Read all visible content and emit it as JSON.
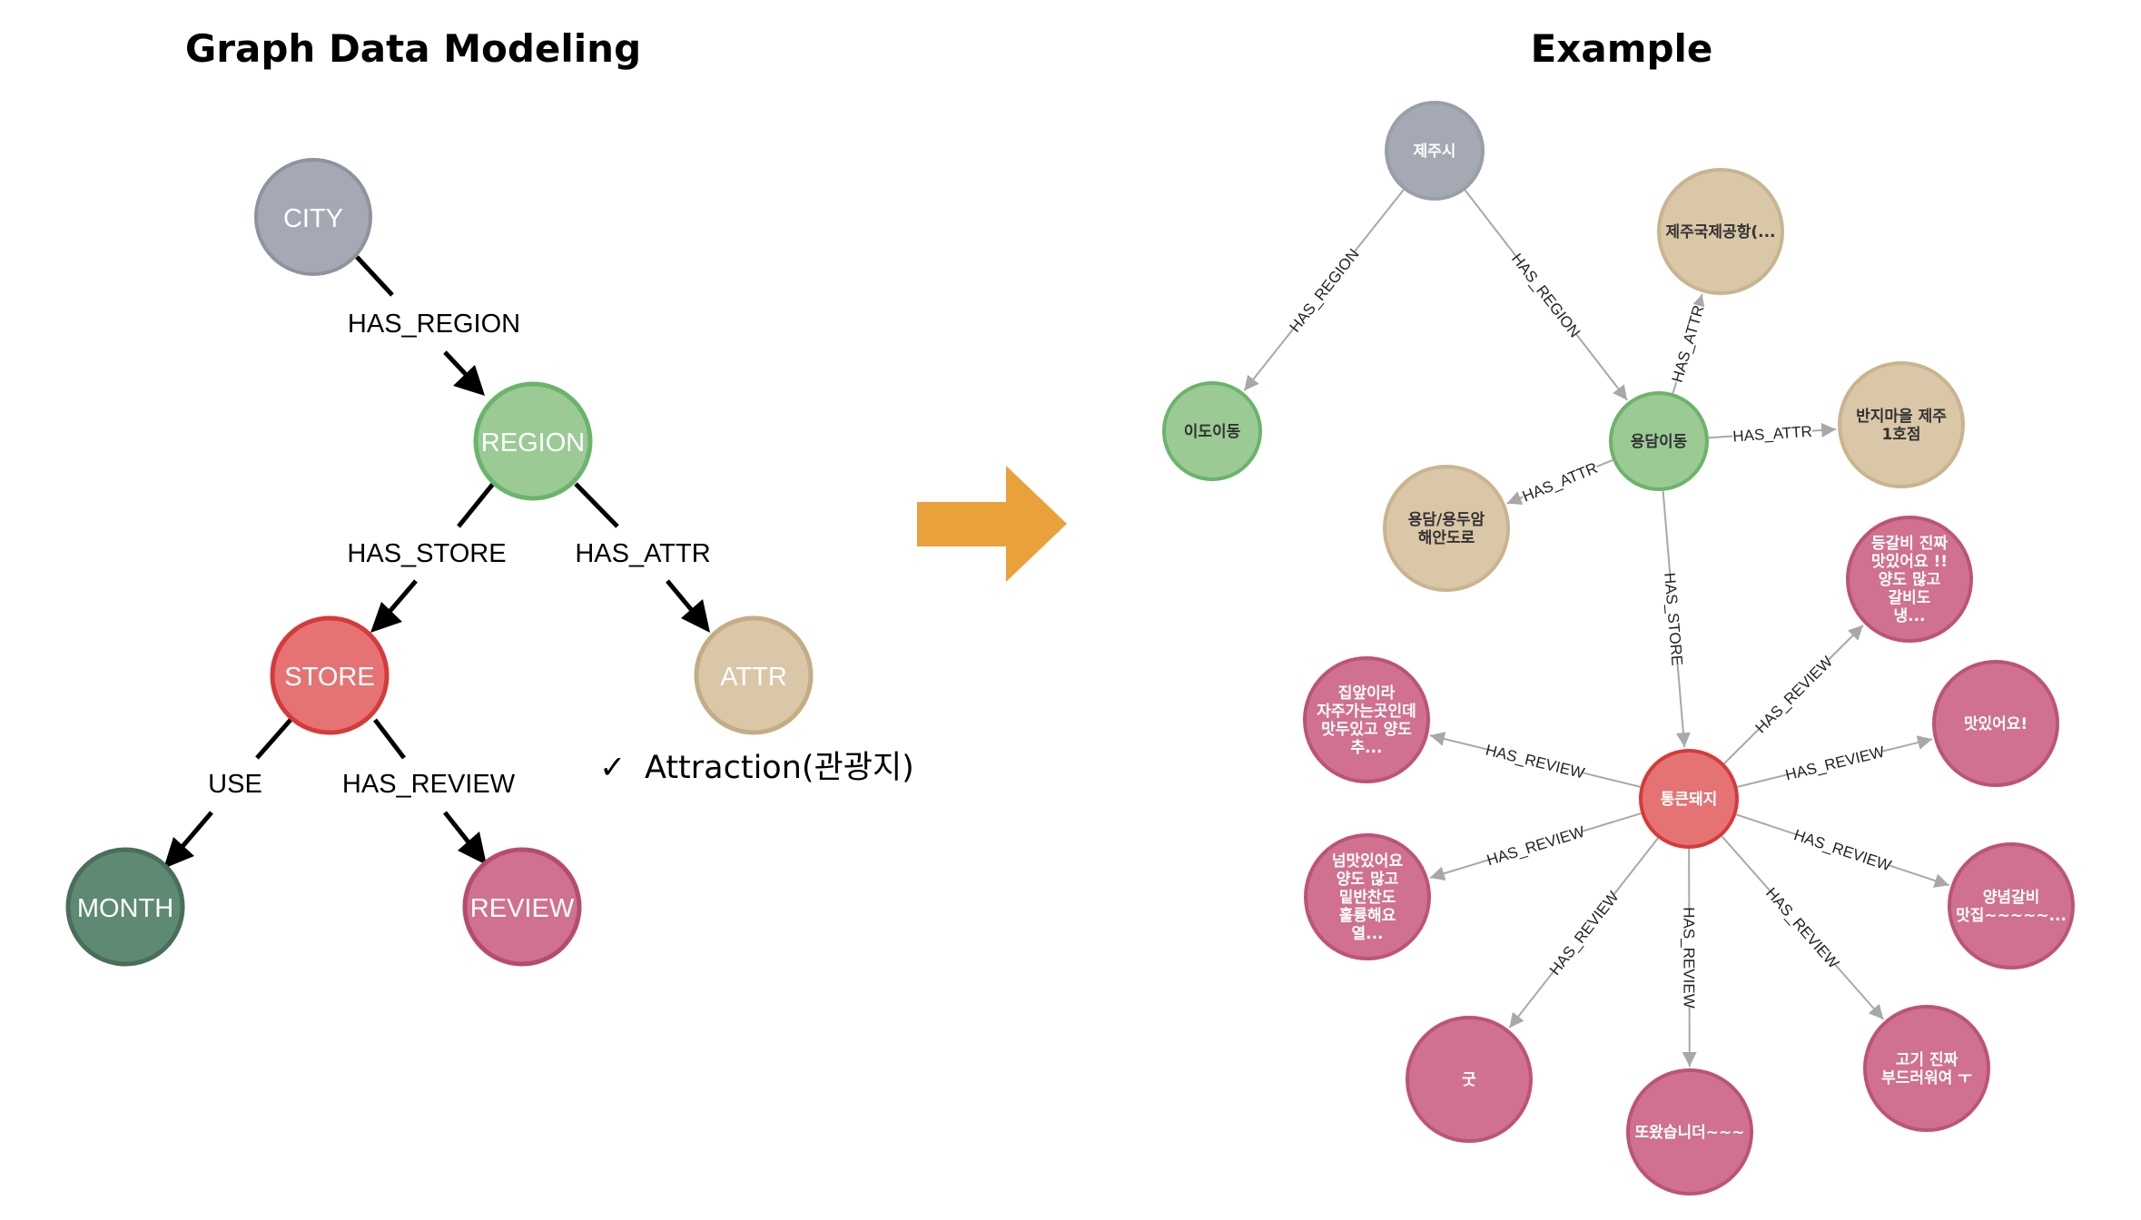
{
  "left": {
    "title": "Graph Data Modeling",
    "nodes": {
      "city": {
        "label": "CITY",
        "color": "#A5A9B4",
        "stroke": "#8F939E"
      },
      "region": {
        "label": "REGION",
        "color": "#9BCA95",
        "stroke": "#6BB46A"
      },
      "store": {
        "label": "STORE",
        "color": "#E57373",
        "stroke": "#D63A3A"
      },
      "attr": {
        "label": "ATTR",
        "color": "#D9C7A7",
        "stroke": "#C3AD85"
      },
      "month": {
        "label": "MONTH",
        "color": "#5E8A73",
        "stroke": "#496E5B"
      },
      "review": {
        "label": "REVIEW",
        "color": "#D0718F",
        "stroke": "#B54C6E"
      }
    },
    "relations": {
      "has_region": "HAS_REGION",
      "has_store": "HAS_STORE",
      "has_attr": "HAS_ATTR",
      "use": "USE",
      "has_review": "HAS_REVIEW"
    },
    "note": {
      "check": "✓",
      "text": "Attraction(관광지)"
    }
  },
  "arrow_color": "#E9A23B",
  "right": {
    "title": "Example",
    "nodes": {
      "jeju_si": [
        "제주시"
      ],
      "ido": [
        "이도이동"
      ],
      "yongdam": [
        "용담이동"
      ],
      "airport": [
        "제주국제공항(..."
      ],
      "banji": [
        "반지마을 제주",
        "1호점"
      ],
      "haean": [
        "용담/용두암",
        "해안도로"
      ],
      "tongkeun": [
        "통큰돼지"
      ],
      "rev1": [
        "등갈비 진짜",
        "맛있어요 !!",
        "양도 많고",
        "갈비도",
        "냉..."
      ],
      "rev2": [
        "맛있어요!"
      ],
      "rev3": [
        "양념갈비",
        "맛집~~~~~..."
      ],
      "rev4": [
        "고기 진짜",
        "부드러워여 ㅜ"
      ],
      "rev5": [
        "또왔습니더~~~"
      ],
      "rev6": [
        "굿"
      ],
      "rev7": [
        "넘맛있어요",
        "양도 많고",
        "밑반찬도",
        "훌륭해요",
        "열..."
      ],
      "rev8": [
        "집앞이라",
        "자주가는곳인데",
        "맛두있고 양도",
        "추..."
      ]
    },
    "relations": {
      "has_region": "HAS_REGION",
      "has_attr": "HAS_ATTR",
      "has_store": "HAS_STORE",
      "has_review": "HAS_REVIEW"
    }
  }
}
